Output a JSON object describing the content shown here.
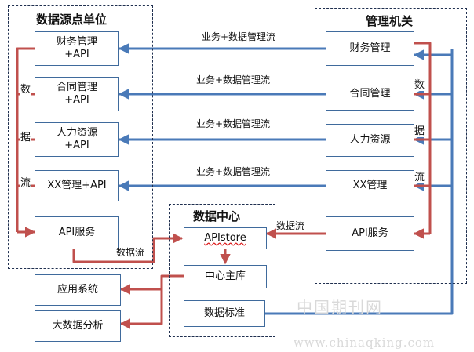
{
  "groups": {
    "source_title": "数据源点单位",
    "authority_title": "管理机关",
    "center_title": "数据中心"
  },
  "source_boxes": [
    "财务管理\n+API",
    "合同管理\n+API",
    "人力资源\n+API",
    "XX管理+API",
    "API服务"
  ],
  "authority_boxes": [
    "财务管理",
    "合同管理",
    "人力资源",
    "XX管理",
    "API服务"
  ],
  "center_boxes": [
    "APIstore",
    "中心主库",
    "数据标准"
  ],
  "app_boxes": [
    "应用系统",
    "大数据分析"
  ],
  "flow_labels": [
    "业务+数据管理流",
    "业务+数据管理流",
    "业务+数据管理流",
    "业务+数据管理流"
  ],
  "data_flow_label_left": "数据流",
  "data_flow_label_right": "数据流",
  "left_vertical_chars": [
    "数",
    "据",
    "流"
  ],
  "right_vertical_chars": [
    "数",
    "据",
    "流"
  ],
  "watermark_cn": "中国期刊网",
  "watermark_url": "www.chinaqking.com",
  "colors": {
    "blue": "#4a7ab8",
    "red": "#c0504d",
    "border": "#3f6a9c",
    "dash": "#1f2f4f"
  }
}
